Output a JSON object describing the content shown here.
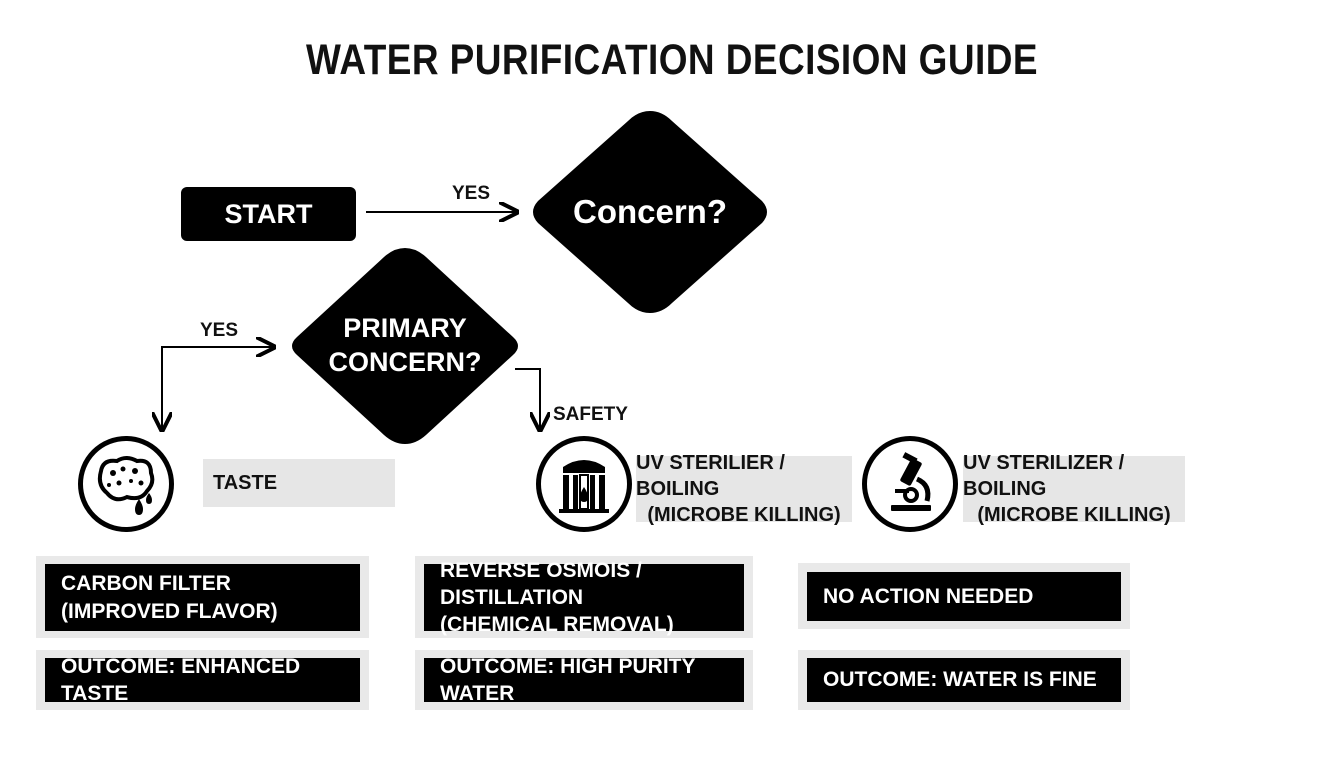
{
  "title": "WATER PURIFICATION DECISION GUIDE",
  "start": {
    "label": "START"
  },
  "decision1": {
    "label": "Concern?"
  },
  "decision2": {
    "line1": "PRIMARY",
    "line2": "CONCERN?"
  },
  "edges": {
    "start_yes": "YES",
    "left_yes": "YES",
    "safety": "SAFETY"
  },
  "taste": {
    "label": "TASTE",
    "icon": "sponge-icon"
  },
  "uv_gate": {
    "line1": "UV STERILIER / BOILING",
    "line2": "(MICROBE KILLING)",
    "icon": "filter-gate-icon"
  },
  "uv_microscope": {
    "line1": "UV STERILIZER / BOILING",
    "line2": "(MICROBE KILLING)",
    "icon": "microscope-icon"
  },
  "treatments": [
    {
      "line1": "CARBON FILTER",
      "line2": "(IMPROVED FLAVOR)"
    },
    {
      "line1": "REVERSE OSMOIS / DISTILLATION",
      "line2": "(CHEMICAL REMOVAL)"
    },
    {
      "line1": "NO ACTION NEEDED",
      "line2": ""
    }
  ],
  "outcomes": [
    "OUTCOME: ENHANCED TASTE",
    "OUTCOME: HIGH PURITY WATER",
    "OUTCOME: WATER IS FINE"
  ]
}
